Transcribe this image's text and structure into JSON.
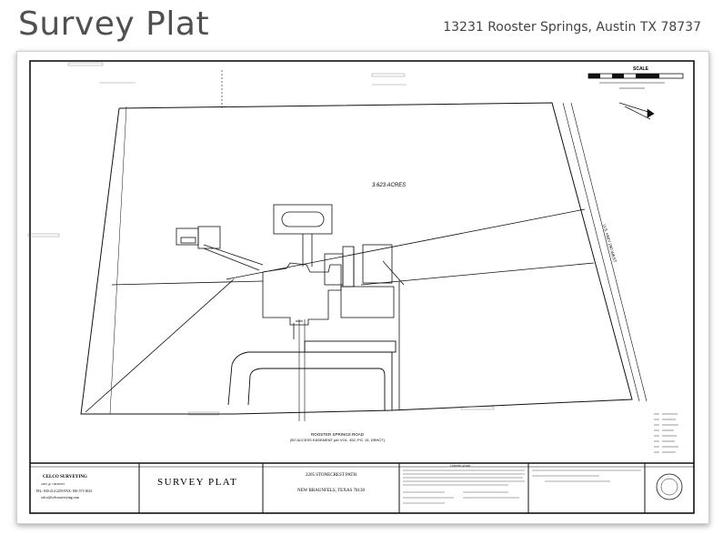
{
  "header": {
    "title": "Survey Plat",
    "address": "13231 Rooster Springs,  Austin TX 78737"
  },
  "plat": {
    "scale_label": "SCALE",
    "acreage": "3.623 ACRES",
    "road_label_line1": "ROOSTER SPRINGS ROAD",
    "road_label_line2": "(50' ACCESS EASEMENT per VOL. 452, PG. 15, DRHCT)",
    "highway_label": "U.S. HWY 290 WEST"
  },
  "title_block": {
    "company_name": "CELCO SURVEYING",
    "company_line2": "2205  @  13030555",
    "company_line3": "TEL: 830-214-2259    FAX: 830-571-0023",
    "company_line4": "celco@celcosurveying.com",
    "sheet_title": "SURVEY PLAT",
    "site_address": "2205 STONECREST PATH",
    "site_city": "NEW BRAUNFELS, TEXAS  78130",
    "certification_heading": "CERTIFICATION"
  },
  "colors": {
    "line": "#1a1a1a",
    "title_text": "#505050",
    "shadow": "#999999"
  }
}
